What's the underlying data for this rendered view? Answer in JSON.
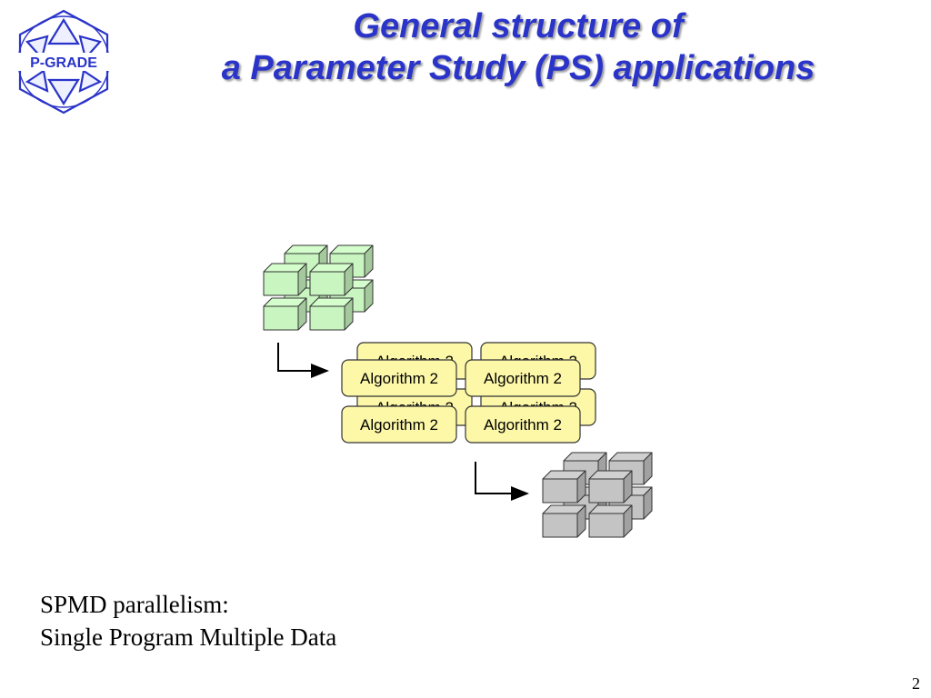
{
  "logo": {
    "text": "P-GRADE"
  },
  "title": {
    "line1": "General structure of",
    "line2": "a Parameter Study (PS) applications"
  },
  "diagram": {
    "algorithm_label": "Algorithm 2",
    "input_cube_color": "#c8f5c0",
    "output_cube_color": "#c4c4c4",
    "box_color": "#fdf8a8"
  },
  "caption": {
    "line1": "SPMD parallelism:",
    "line2": "Single Program Multiple Data"
  },
  "page_number": "2"
}
